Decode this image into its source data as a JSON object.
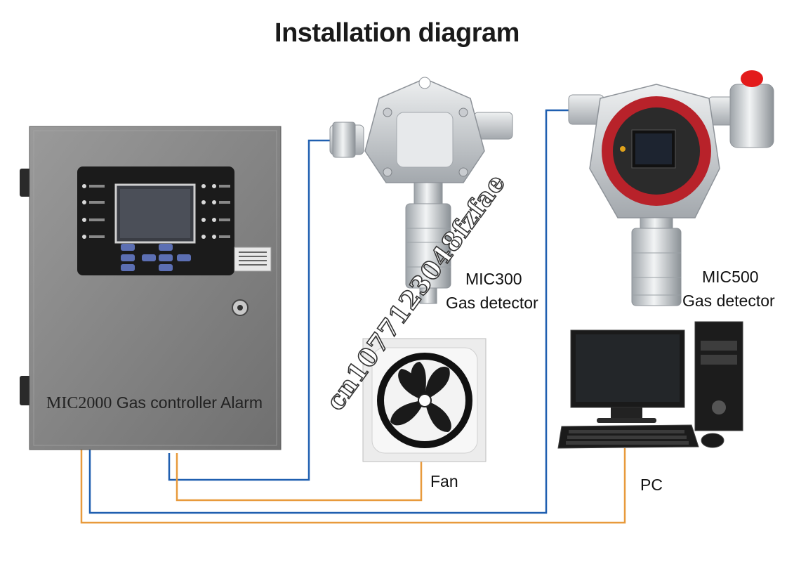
{
  "title": "Installation diagram",
  "controller": {
    "model": "MIC2000",
    "name": "Gas controller Alarm"
  },
  "mic300": {
    "line1": "MIC300",
    "line2": "Gas detector"
  },
  "mic500": {
    "line1": "MIC500",
    "line2": "Gas detector"
  },
  "fan": {
    "label": "Fan"
  },
  "pc": {
    "label": "PC"
  },
  "watermark": "cn1077123048fzfae",
  "colors": {
    "blue_wire": "#1f5fb0",
    "orange_wire": "#e89a3c",
    "cabinet": "#858585",
    "panel": "#1b1b1b"
  }
}
